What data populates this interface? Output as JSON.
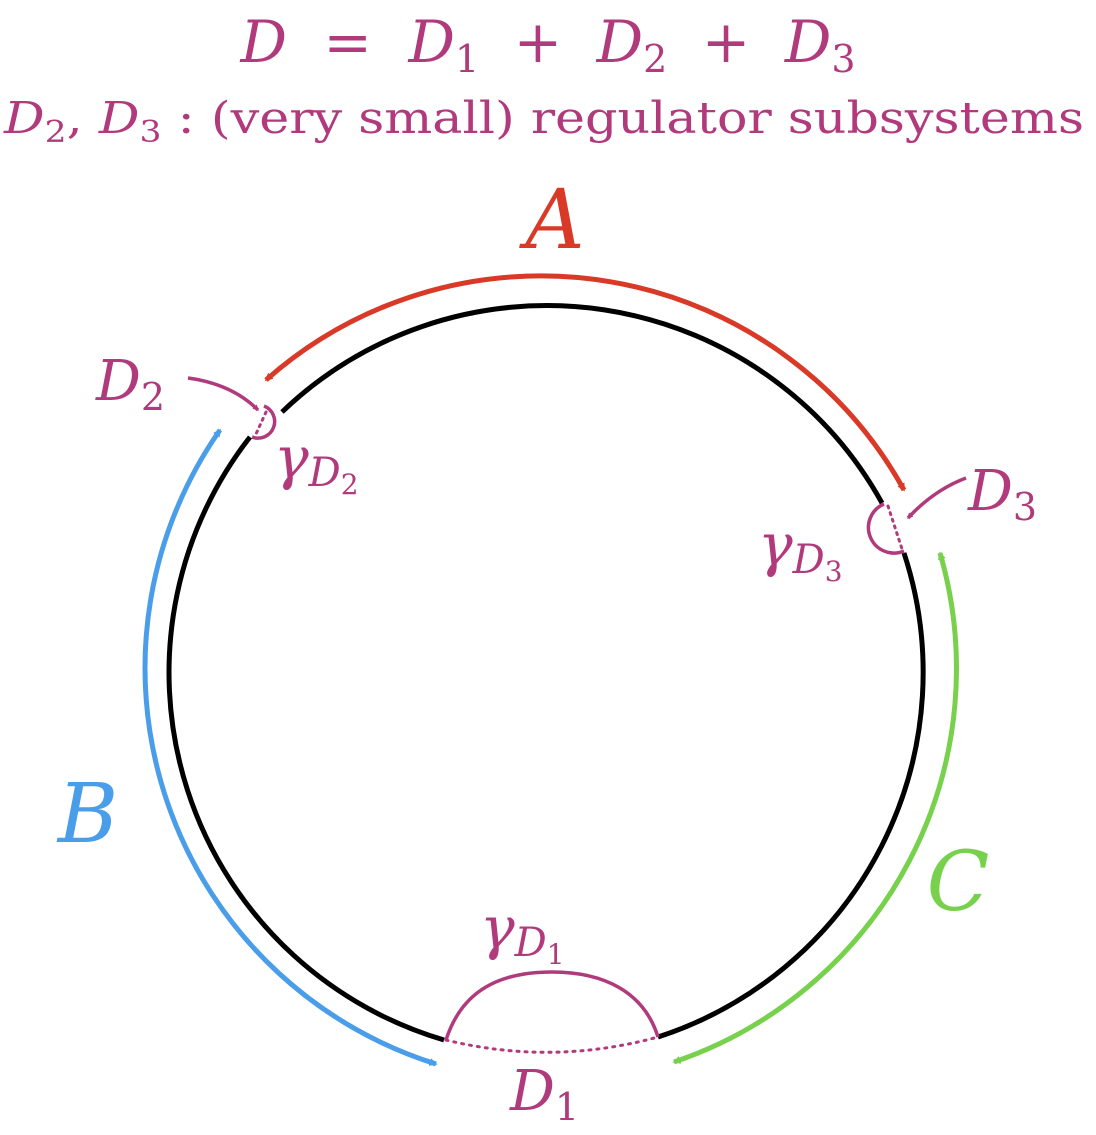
{
  "colors": {
    "magenta": "#b03a7b",
    "red": "#d83a27",
    "blue": "#4a9de8",
    "green": "#78d14c",
    "black": "#000000"
  },
  "title": {
    "lhs": "D",
    "eq": "=",
    "plus": "+",
    "d": "D",
    "sub1": "1",
    "sub2": "2",
    "sub3": "3"
  },
  "subtitle": {
    "d": "D",
    "sub2": "2",
    "comma": ",",
    "sub3": "3",
    "text": ": (very small) regulator subsystems"
  },
  "labels": {
    "A": "A",
    "B": "B",
    "C": "C",
    "D": "D",
    "gamma": "γ",
    "sub1": "1",
    "sub2": "2",
    "sub3": "3"
  }
}
